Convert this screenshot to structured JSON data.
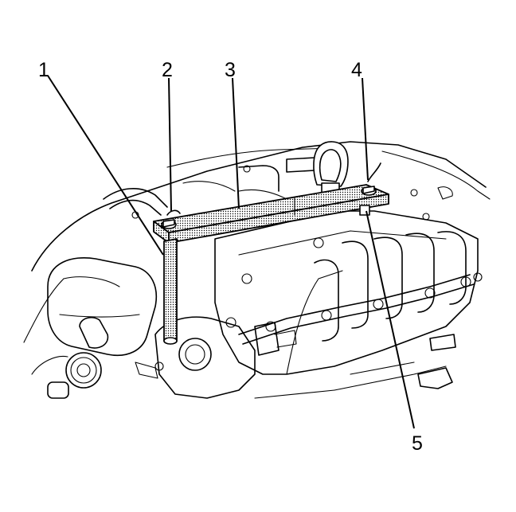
{
  "diagram": {
    "callouts": [
      {
        "id": 1,
        "label": "1"
      },
      {
        "id": 2,
        "label": "2"
      },
      {
        "id": 3,
        "label": "3"
      },
      {
        "id": 4,
        "label": "4"
      },
      {
        "id": 5,
        "label": "5"
      }
    ]
  }
}
